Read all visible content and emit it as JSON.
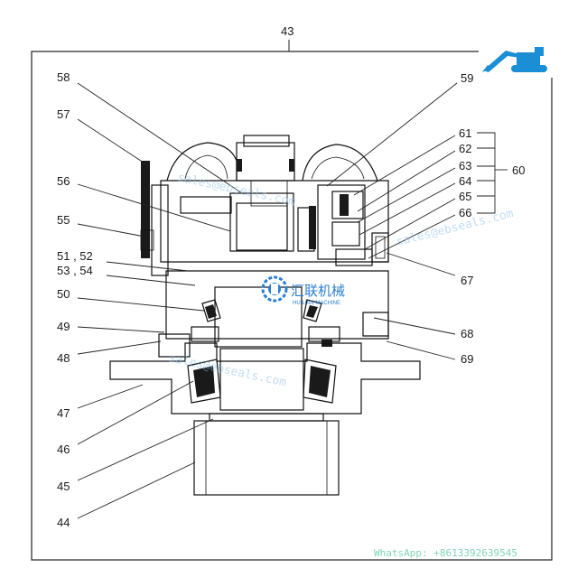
{
  "assembly_number": "43",
  "callouts": {
    "c58": "58",
    "c57": "57",
    "c56": "56",
    "c55": "55",
    "c5152": "51 , 52",
    "c5354": "53 , 54",
    "c50": "50",
    "c49": "49",
    "c48": "48",
    "c47": "47",
    "c46": "46",
    "c45": "45",
    "c44": "44",
    "c59": "59",
    "c61": "61",
    "c62": "62",
    "c63": "63",
    "c64": "64",
    "c65": "65",
    "c66": "66",
    "c60": "60",
    "c67": "67",
    "c68": "68",
    "c69": "69"
  },
  "watermarks": {
    "mark1": "sales@ebseals.com",
    "mark2": "sales@ebseals.com",
    "mark3": "sales@ebseals.com",
    "whatsapp": "WhatsApp: +8613392639545"
  },
  "logo": {
    "name_cn": "汇联机械",
    "name_en": "HUILIAN MACHINE"
  },
  "colors": {
    "line": "#111111",
    "watermark": "#8fc3ee",
    "logo_blue": "#2b7fd0",
    "excavator": "#1b8fd6",
    "whatsapp": "#7fd6b4"
  }
}
